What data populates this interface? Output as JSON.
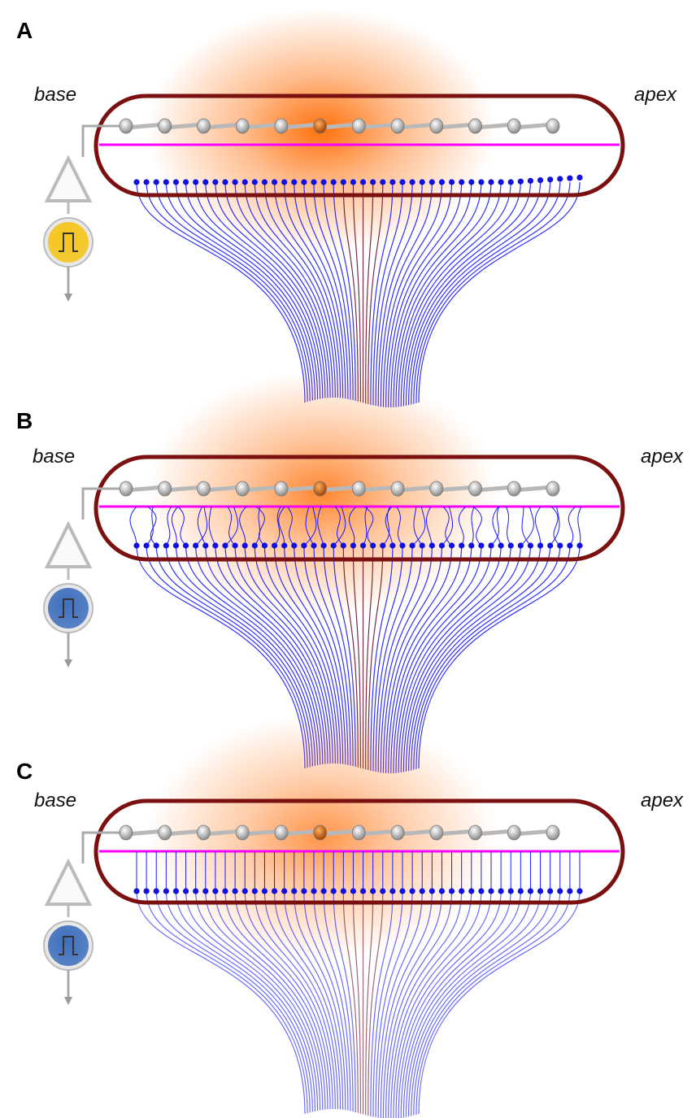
{
  "panels": [
    {
      "id": "a",
      "letter": "A",
      "base_label": "base",
      "apex_label": "apex",
      "neuron_color": "#f5c518",
      "glow_intensity": 1.0,
      "dendrite_mode": "direct"
    },
    {
      "id": "b",
      "letter": "B",
      "base_label": "base",
      "apex_label": "apex",
      "neuron_color": "#3f6fbd",
      "glow_intensity": 0.85,
      "dendrite_mode": "tangled"
    },
    {
      "id": "c",
      "letter": "C",
      "base_label": "base",
      "apex_label": "apex",
      "neuron_color": "#3f6fbd",
      "glow_intensity": 0.75,
      "dendrite_mode": "vertical"
    }
  ],
  "colors": {
    "chamber_outline": "#7a1010",
    "membrane": "#ff00ff",
    "fiber": "#1a1aff",
    "fiber_highlight": "#6a1530",
    "bead": "#cfcfcf",
    "bead_active": "#d06010",
    "glow": "#ff6a00"
  },
  "icons": {
    "triangle": "amplifier-triangle-icon",
    "pulse": "square-pulse-icon",
    "arrow": "down-arrow-icon"
  },
  "diagram": {
    "bead_count": 12,
    "active_bead_index": 5,
    "fiber_count": 46
  }
}
